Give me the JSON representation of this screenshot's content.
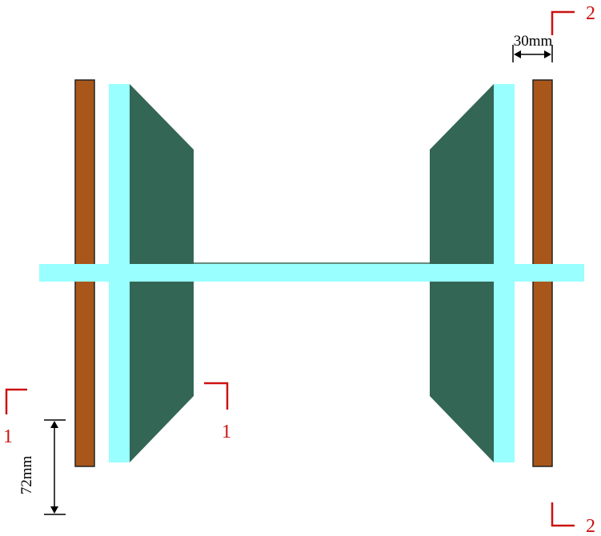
{
  "colors": {
    "plate": "#A9561A",
    "plate_outline": "#222222",
    "bar": "#99FFFF",
    "panel": "#346655",
    "section_mark": "#CC1111",
    "dimension": "#000000",
    "background": "#FFFFFF"
  },
  "dimensions": {
    "top_width": "30mm",
    "bottom_height": "72mm"
  },
  "section_marks": {
    "left_bottom": "1",
    "middle": "1",
    "top_right": "2",
    "bottom_right": "2"
  }
}
